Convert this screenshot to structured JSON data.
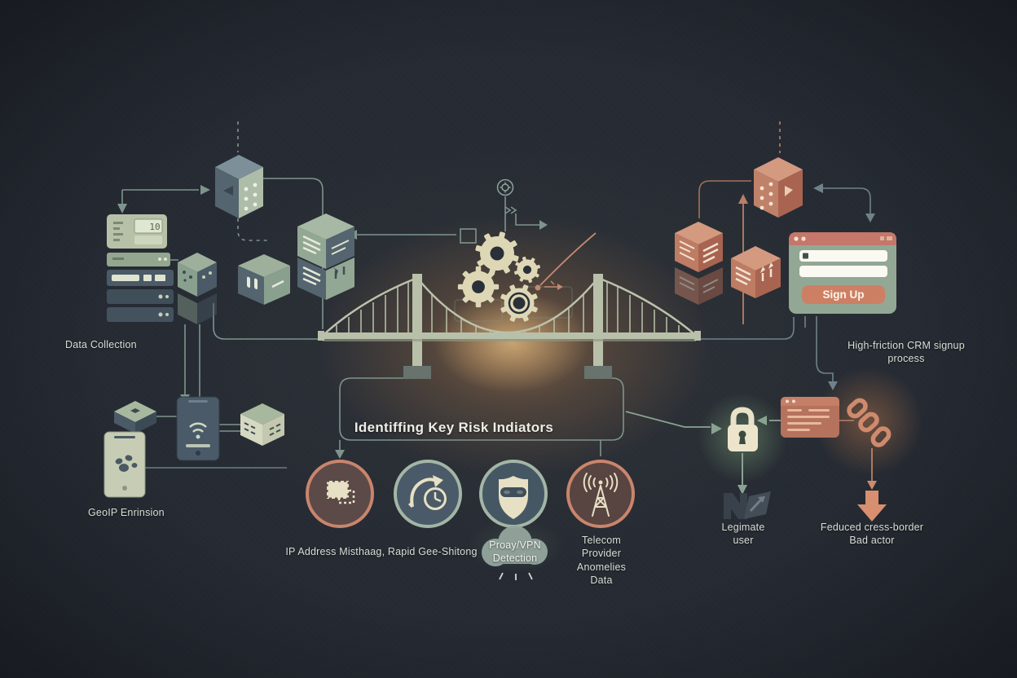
{
  "labels": {
    "data_collection": "Data Collection",
    "geoip": "GeoIP Enrinsion",
    "kri_title": "Identiffing Key Risk Indiators",
    "ip_mismatch": "IP Address Misthaag, Rapid Gee-Shitong",
    "cloud": "Proay/VPN\nDetection",
    "telecom": "Telecom\nProvider\nAnomelies\nData",
    "high_friction": "High-friction CRM signup\nprocess",
    "legitimate_user": "Legimate\nuser",
    "bad_actor": "Feduced cress-border\nBad actor"
  },
  "signup": {
    "button_label": "Sign Up"
  },
  "server": {
    "display": "10"
  },
  "icons": [
    "server-stack-icon",
    "data-cube-icon",
    "gears-icon",
    "bridge-icon",
    "phone-wifi-icon",
    "phone-paw-icon",
    "stamps-icon",
    "clock-rewind-icon",
    "shield-mask-icon",
    "antenna-icon",
    "cloud-icon",
    "lock-icon",
    "user-mark-icon",
    "broken-chain-icon",
    "down-arrow-icon",
    "signup-window-icon"
  ],
  "colors": {
    "background": "#262b33",
    "sage_line": "#7e948c",
    "sage_solid": "#b7c1a8",
    "cream": "#ded7b6",
    "slate_dark": "#3f4e59",
    "slate_mid": "#54656f",
    "salmon": "#c47a63",
    "salmon_light": "#d79a7f",
    "glow_orange": "#f0a35e",
    "text": "#d9ded6"
  }
}
